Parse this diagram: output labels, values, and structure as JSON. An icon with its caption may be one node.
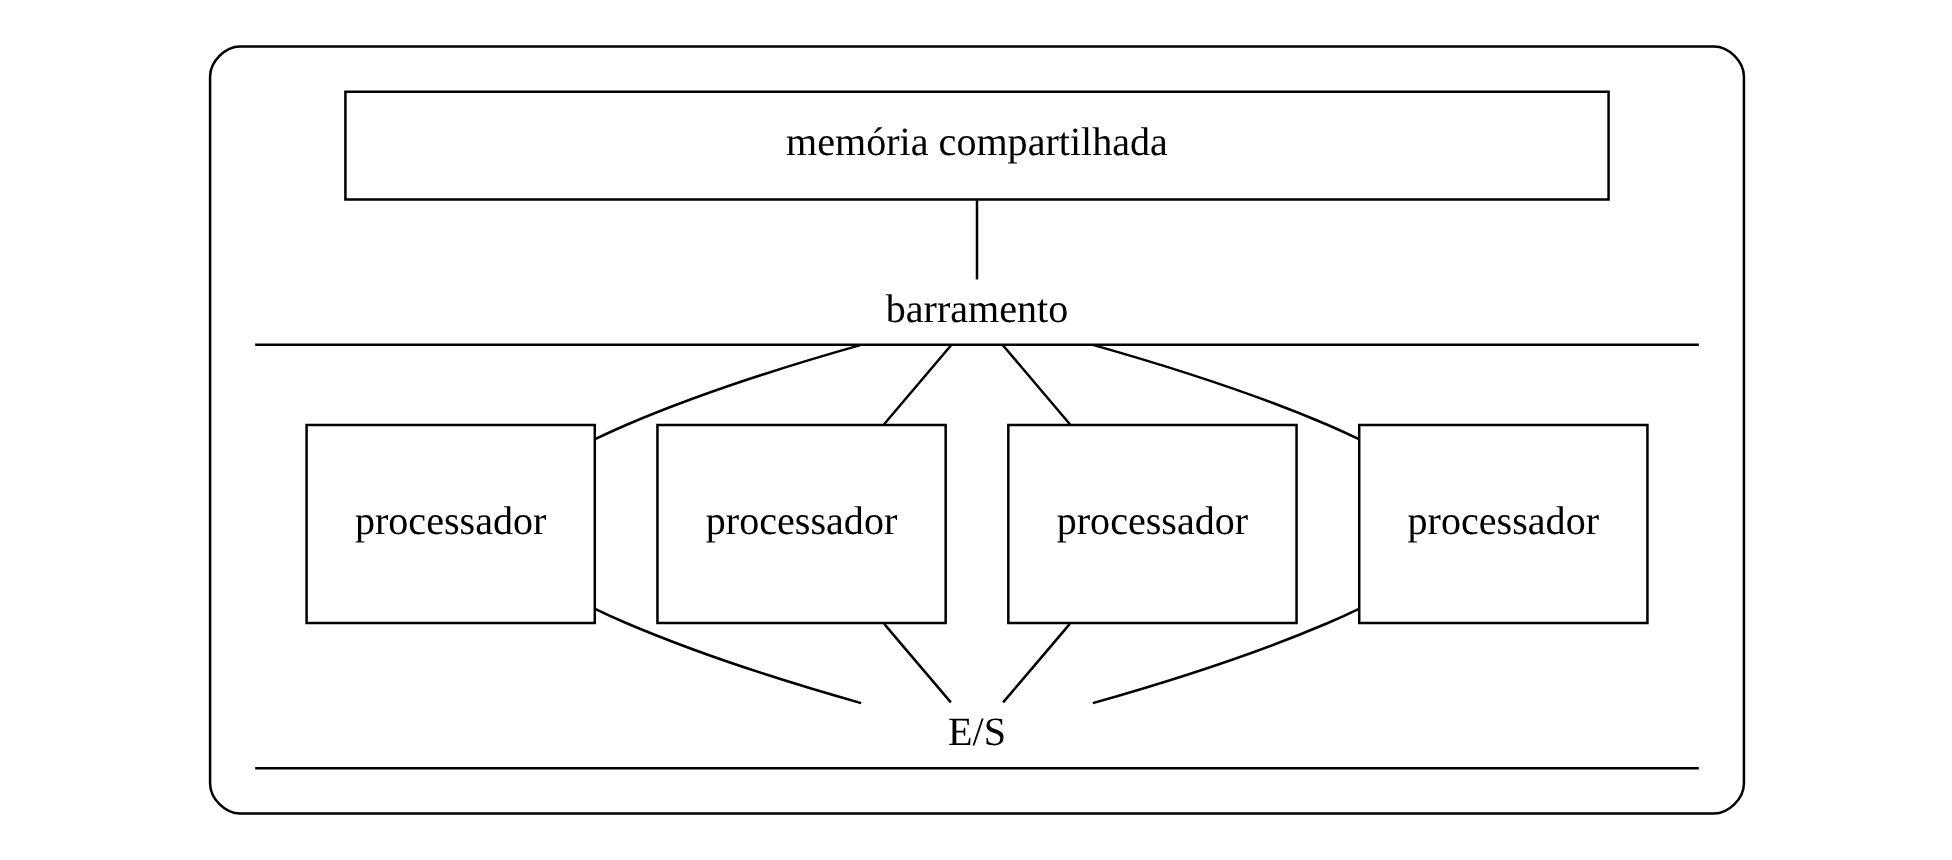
{
  "diagram": {
    "nodes": [
      {
        "text": [],
        "shape": "box"
      },
      {
        "text": [
          "memória compartilhada"
        ],
        "in": 0
      },
      {
        "text": [
          "barramento"
        ],
        "in": 0
      },
      {
        "text": [
          "processador"
        ],
        "in": 0
      },
      {
        "text": [
          "processador"
        ],
        "in": 0
      },
      {
        "text": [
          "processador"
        ],
        "in": 0
      },
      {
        "text": [
          "processador"
        ],
        "in": 0
      },
      {
        "text": [
          "E/S"
        ],
        "in": 0
      }
    ],
    "edges": [
      {
        "from": 1,
        "to": 2,
        "arrow": "none"
      },
      {
        "from": 2,
        "to": 3,
        "arrow": "none"
      },
      {
        "from": 2,
        "to": 4,
        "arrow": "none"
      },
      {
        "from": 2,
        "to": 5,
        "arrow": "none"
      },
      {
        "from": 2,
        "to": 6,
        "arrow": "none"
      },
      {
        "from": 3,
        "to": 7,
        "arrow": "none"
      },
      {
        "from": 4,
        "to": 7,
        "arrow": "none"
      },
      {
        "from": 5,
        "to": 7,
        "arrow": "none"
      },
      {
        "from": 6,
        "to": 7,
        "arrow": "none"
      }
    ]
  }
}
